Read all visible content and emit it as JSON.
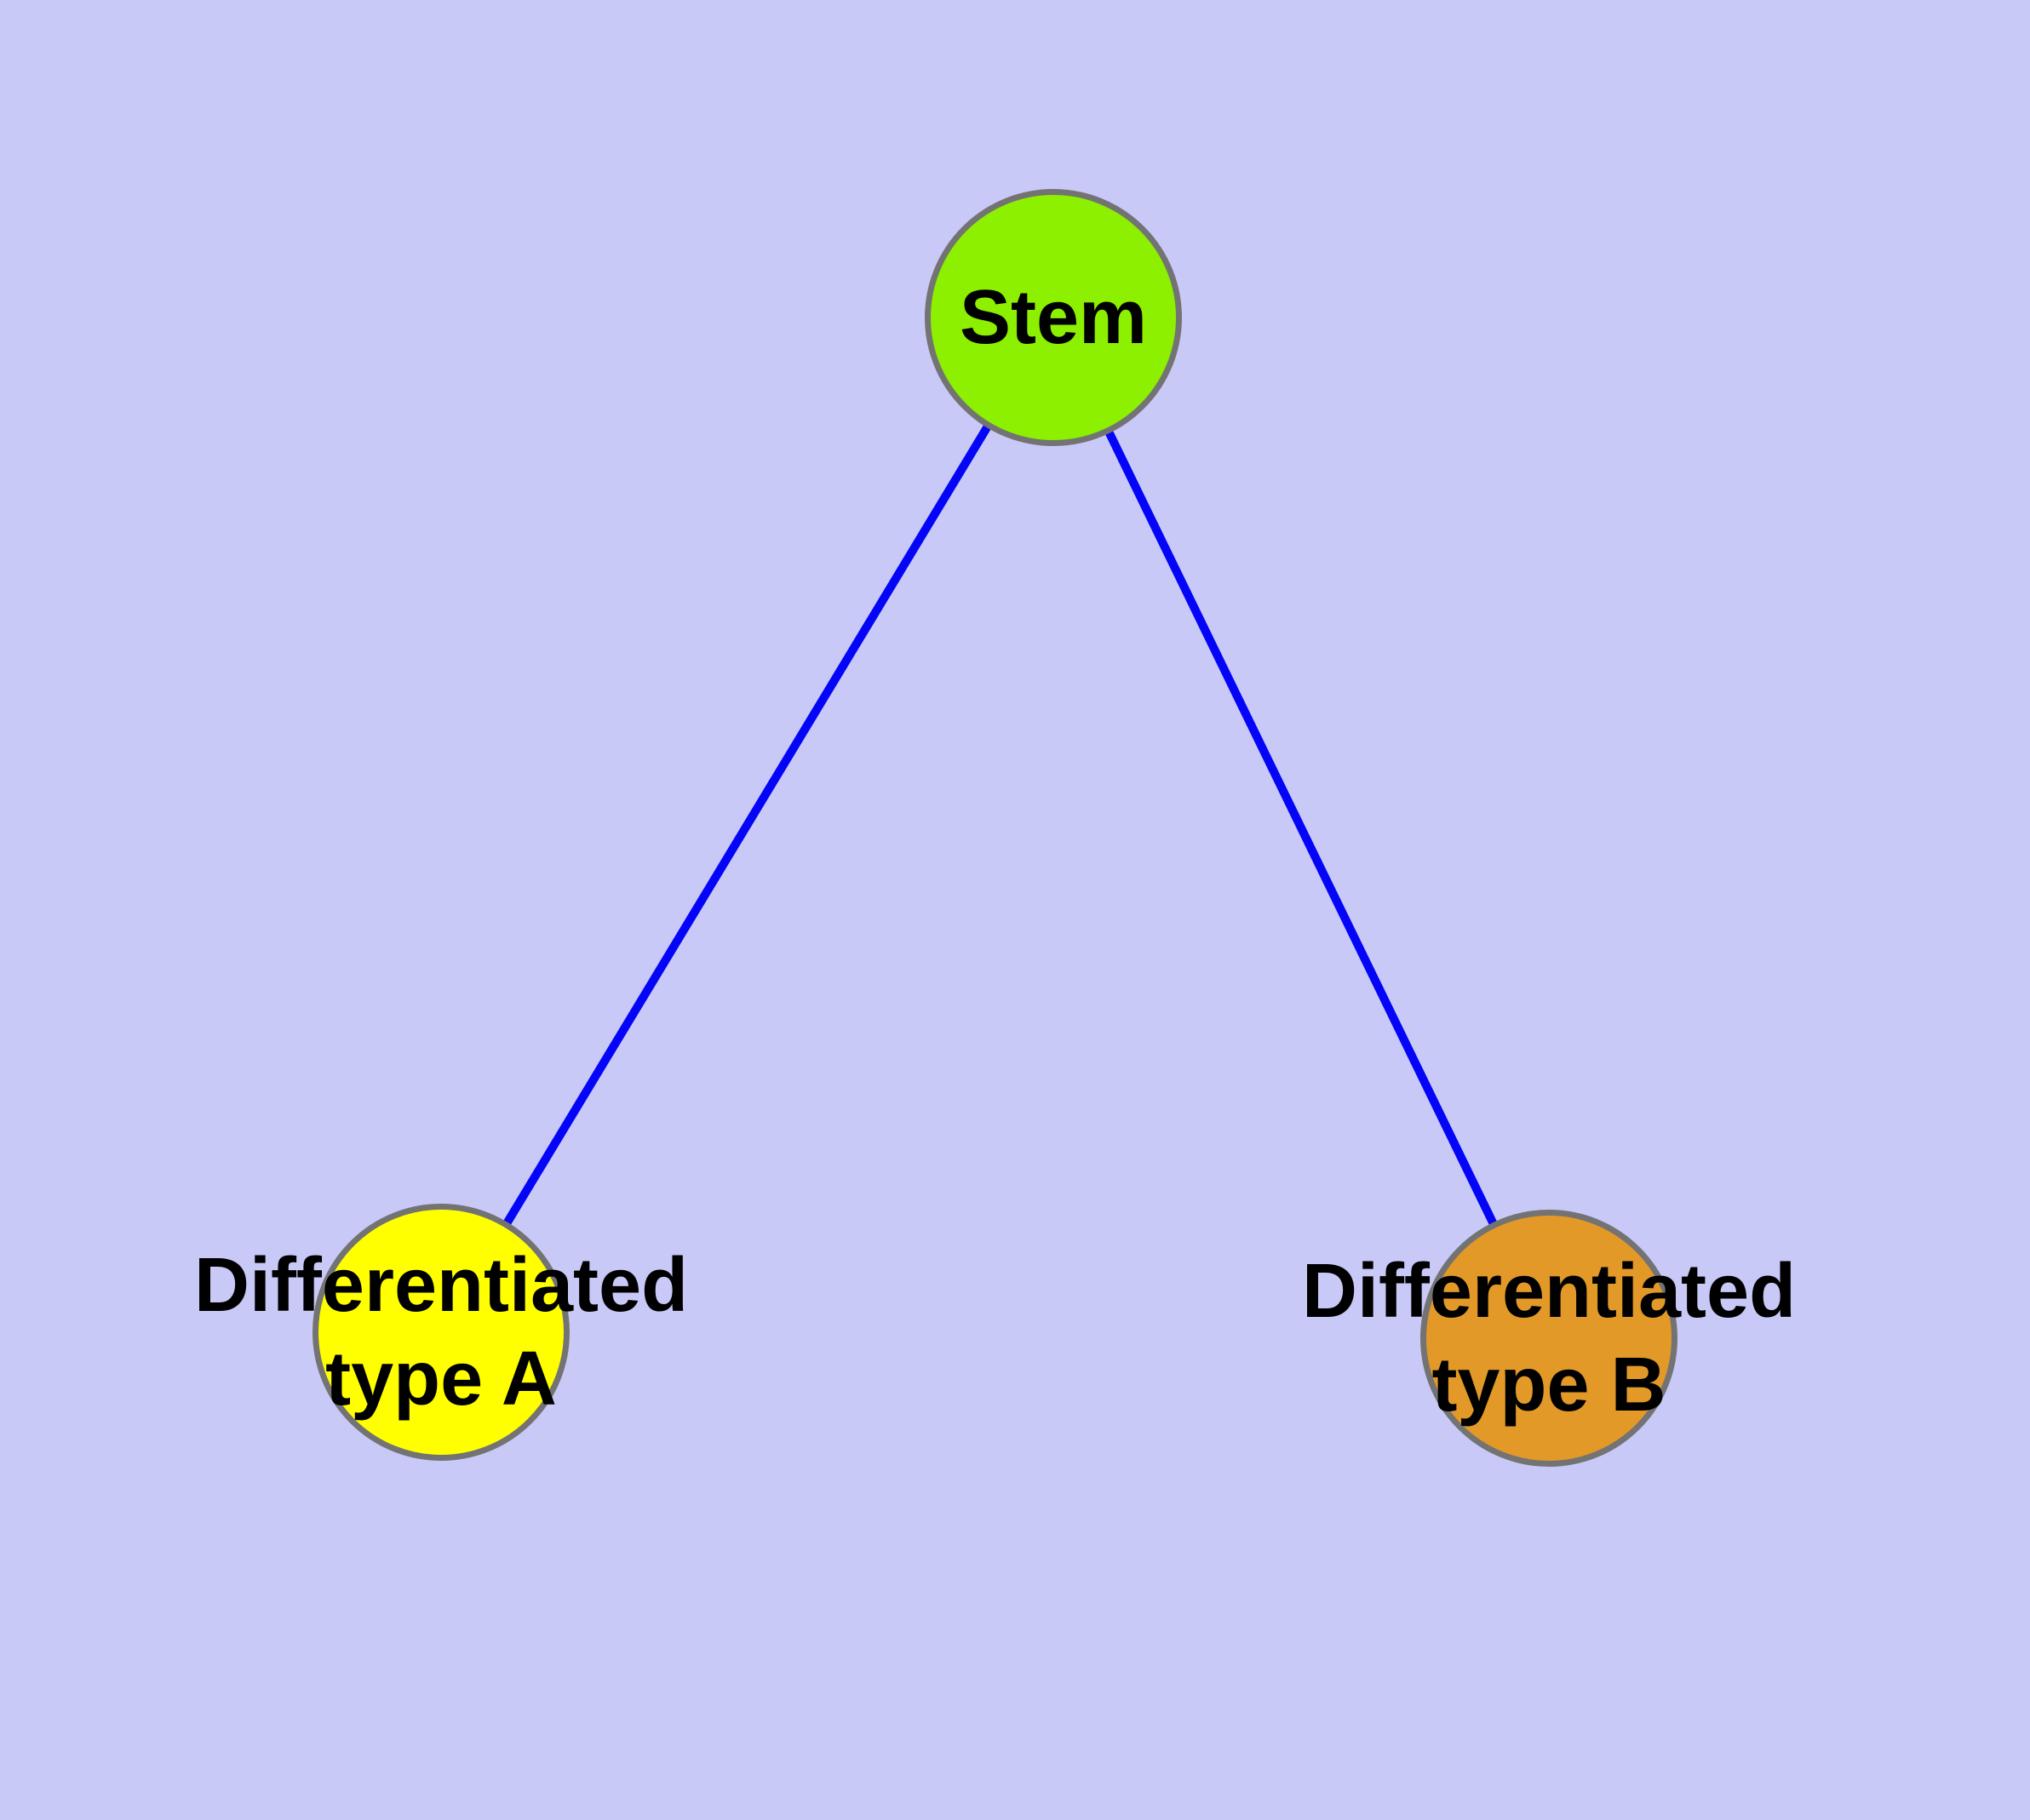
{
  "colors": {
    "background": "#C9C9F8",
    "edge": "#0404F8",
    "node_border": "#737373",
    "label_text": "#000000"
  },
  "graph": {
    "nodes": {
      "stem": {
        "label": "Stem",
        "fill": "#8CF000"
      },
      "type_a": {
        "label": "Differentiated\ntype A",
        "fill": "#FFFF00"
      },
      "type_b": {
        "label": "Differentiated\ntype B",
        "fill": "#E39928"
      }
    },
    "edges": [
      {
        "from": "stem",
        "to": "type_a"
      },
      {
        "from": "stem",
        "to": "type_b"
      }
    ]
  }
}
